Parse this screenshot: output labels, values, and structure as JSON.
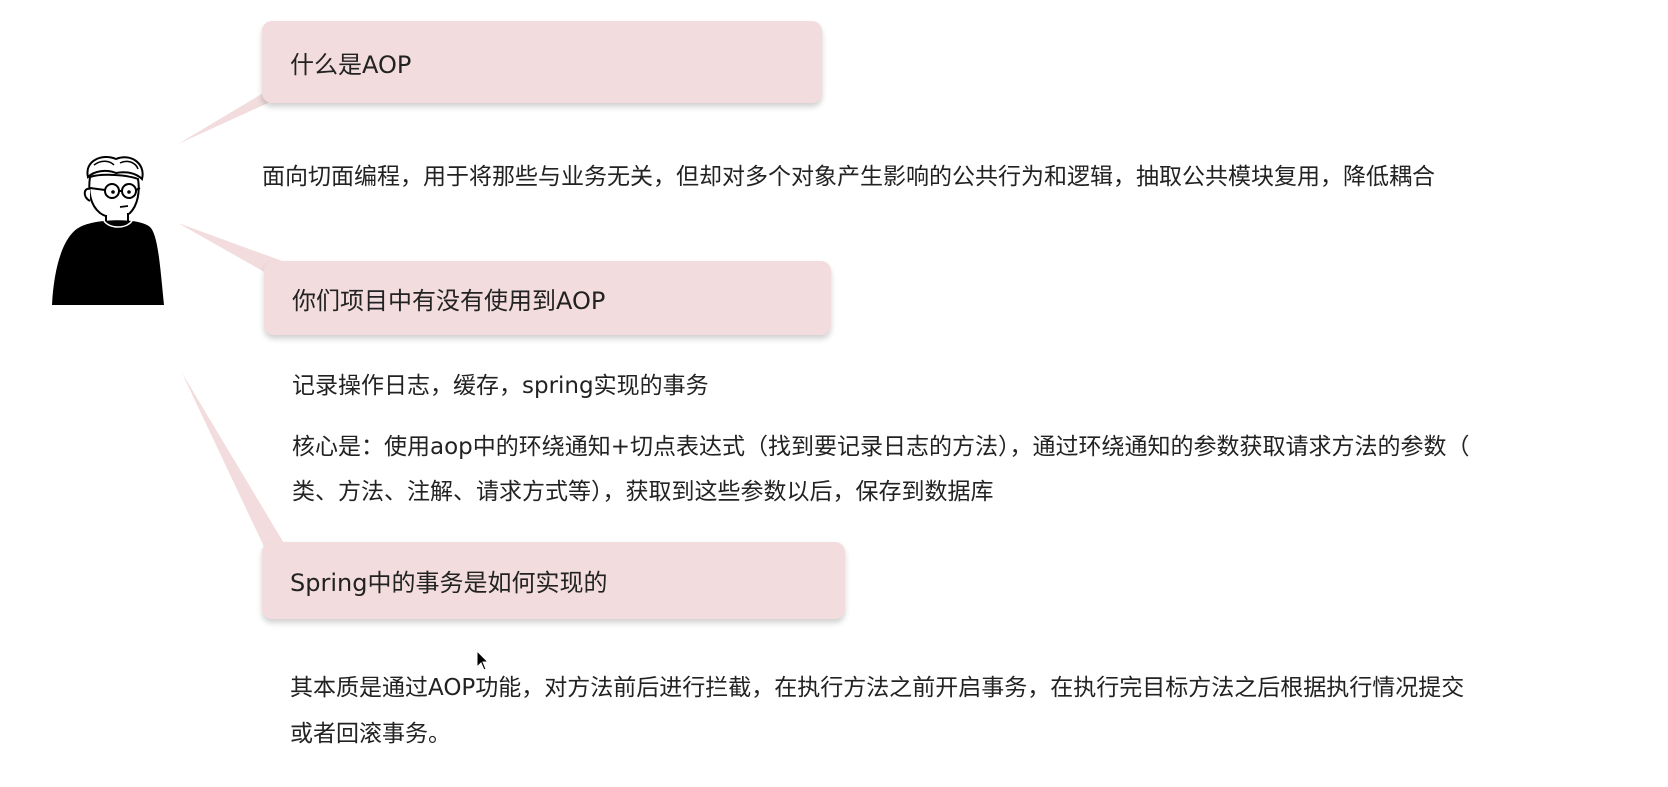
{
  "questions": [
    {
      "title": "什么是AOP",
      "answer": "面向切面编程，用于将那些与业务无关，但却对多个对象产生影响的公共行为和逻辑，抽取公共模块复用，降低耦合"
    },
    {
      "title": "你们项目中有没有使用到AOP",
      "answer_line1": "记录操作日志，缓存，spring实现的事务",
      "answer_line2a": "核心是：使用aop中的环绕通知+切点表达式（找到要记录日志的方法），通过环绕通知的参数获取请求方法的参数（",
      "answer_line2b": "类、方法、注解、请求方式等），获取到这些参数以后，保存到数据库"
    },
    {
      "title": "Spring中的事务是如何实现的",
      "answer_line1": "其本质是通过AOP功能，对方法前后进行拦截，在执行方法之前开启事务，在执行完目标方法之后根据执行情况提交",
      "answer_line2": "或者回滚事务。"
    }
  ],
  "colors": {
    "bubble": "#f2dcdd",
    "text": "#222222"
  },
  "icons": {
    "avatar": "person-with-glasses-icon",
    "cursor": "mouse-pointer-icon"
  }
}
